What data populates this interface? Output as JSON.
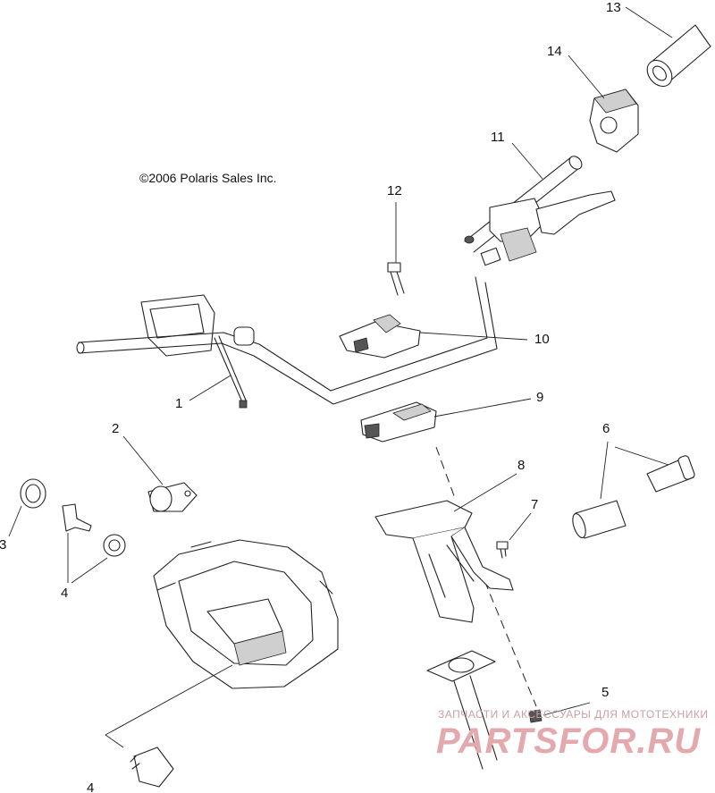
{
  "copyright": "©2006 Polaris Sales Inc.",
  "callouts": [
    "1",
    "2",
    "3",
    "4",
    "4",
    "5",
    "6",
    "7",
    "8",
    "9",
    "10",
    "11",
    "12",
    "13",
    "14"
  ],
  "watermark": {
    "top_line": "ЗАПЧАСТИ И АКСЕССУАРЫ ДЛЯ МОТОТЕХНИКИ",
    "logo": "PARTSFOR.RU"
  },
  "colors": {
    "line": "#222222",
    "watermark": "#e3a9ad"
  }
}
